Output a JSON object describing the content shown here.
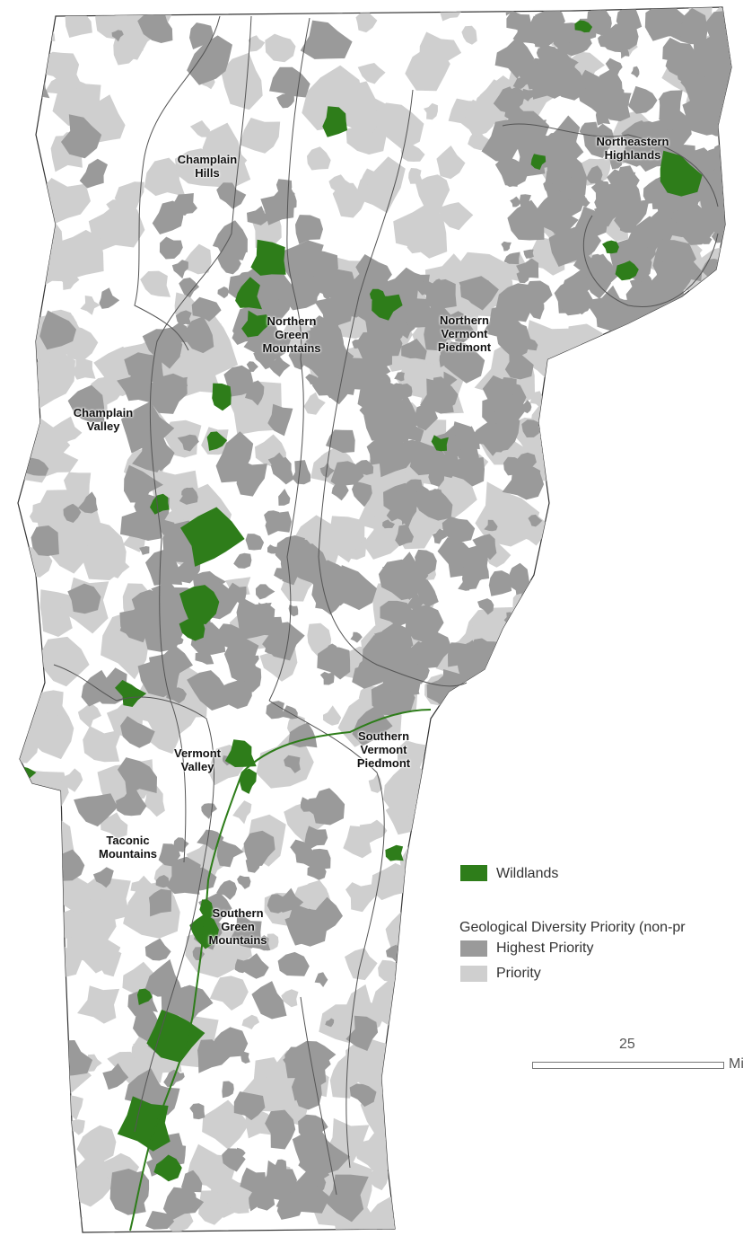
{
  "colors": {
    "wildlands": "#2e7d1a",
    "highest_priority": "#9a9a9a",
    "priority": "#cfcfcf",
    "state_outline": "#333333",
    "region_boundary": "#555555"
  },
  "regions": {
    "champlain_hills": "Champlain\nHills",
    "northern_green_mountains": "Northern\nGreen\nMountains",
    "northern_vermont_piedmont": "Northern\nVermont\nPiedmont",
    "northeastern_highlands": "Northeastern\nHighlands",
    "champlain_valley": "Champlain\nValley",
    "vermont_valley": "Vermont\nValley",
    "southern_vermont_piedmont": "Southern\nVermont\nPiedmont",
    "taconic_mountains": "Taconic\nMountains",
    "southern_green_mountains": "Southern\nGreen\nMountains"
  },
  "legend": {
    "wildlands": "Wildlands",
    "section_title": "Geological Diversity Priority (non-pr",
    "highest_priority": "Highest Priority",
    "priority": "Priority"
  },
  "scale": {
    "value": "25",
    "unit": "Mi"
  },
  "icons": {
    "wildlands_swatch": "green-square",
    "highest_swatch": "dark-gray-square",
    "priority_swatch": "light-gray-square"
  }
}
